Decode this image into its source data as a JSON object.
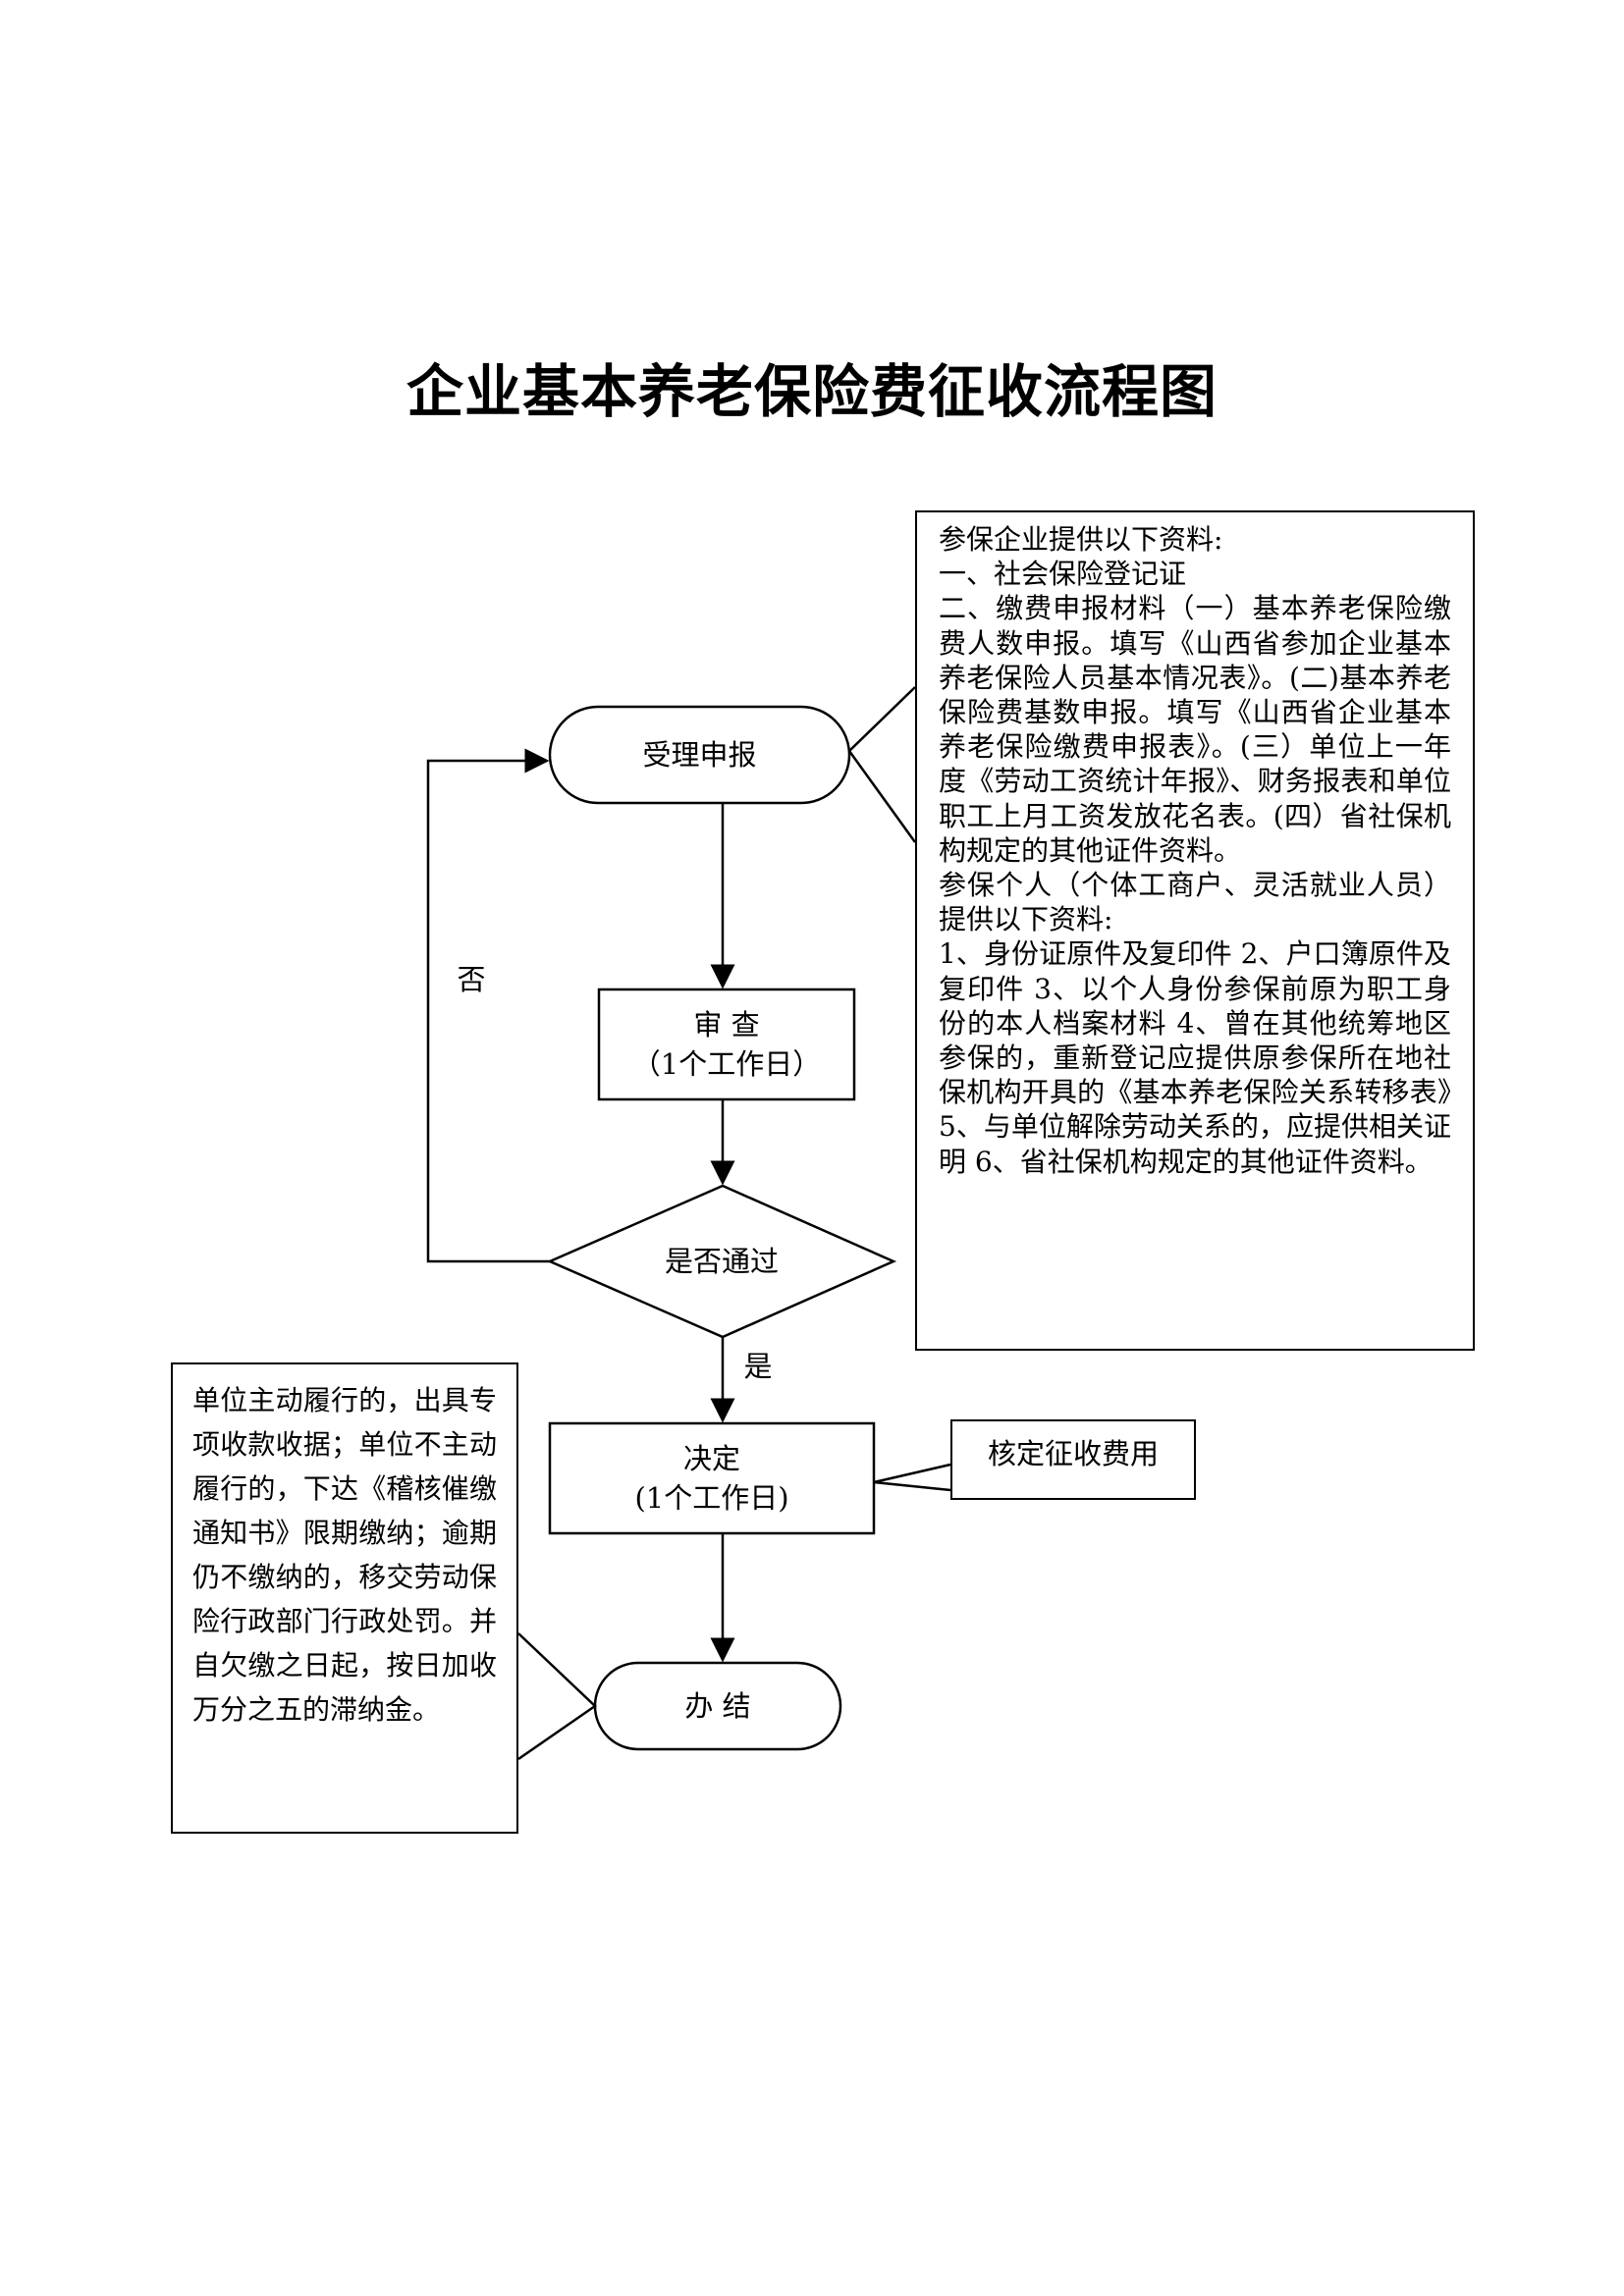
{
  "title": "企业基本养老保险费征收流程图",
  "flow": {
    "start": "受理申报",
    "review": {
      "line1": "审  查",
      "line2": "（1个工作日）"
    },
    "decision": "是否通过",
    "decide": {
      "line1": "决定",
      "line2": "(1个工作日)"
    },
    "end": "办  结",
    "label_no": "否",
    "label_yes": "是"
  },
  "notes": {
    "materials": [
      "参保企业提供以下资料:",
      "一、社会保险登记证",
      "二、缴费申报材料（一）基本养老保险缴费人数申报。填写《山西省参加企业基本养老保险人员基本情况表》。(二)基本养老保险费基数申报。填写《山西省企业基本养老保险缴费申报表》。(三）单位上一年度《劳动工资统计年报》、财务报表和单位职工上月工资发放花名表。(四）省社保机构规定的其他证件资料。",
      "参保个人（个体工商户、灵活就业人员）提供以下资料:",
      "1、身份证原件及复印件 2、户口簿原件及复印件 3、以个人身份参保前原为职工身份的本人档案材料 4、曾在其他统筹地区参保的，重新登记应提供原参保所在地社保机构开具的《基本养老保险关系转移表》5、与单位解除劳动关系的，应提供相关证明 6、省社保机构规定的其他证件资料。"
    ],
    "fee": "核定征收费用",
    "penalty": "单位主动履行的，出具专项收款收据；单位不主动履行的，下达《稽核催缴通知书》限期缴纳；逾期仍不缴纳的，移交劳动保险行政部门行政处罚。并自欠缴之日起，按日加收万分之五的滞纳金。"
  }
}
